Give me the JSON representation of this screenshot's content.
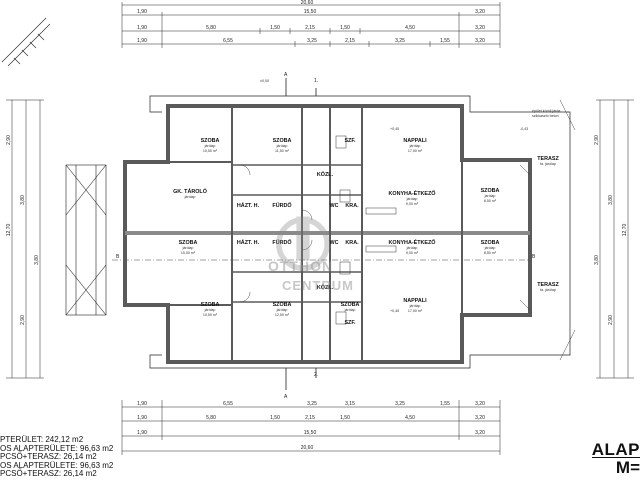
{
  "top_dims": {
    "overall": "20,60",
    "row2": [
      "1,90",
      "15,50",
      "3,20"
    ],
    "row3": [
      "1,90",
      "5,80",
      "1,50",
      "2,15",
      "1,50",
      "4,50",
      "3,20"
    ],
    "row4": [
      "1,90",
      "6,55",
      "3,25",
      "2,15",
      "3,25",
      "1,55",
      "3,20"
    ]
  },
  "bottom_dims": {
    "row1": [
      "1,90",
      "6,55",
      "3,25",
      "3,15",
      "3,25",
      "1,55",
      "3,20"
    ],
    "row2": [
      "1,90",
      "5,80",
      "1,50",
      "2,15",
      "1,50",
      "4,50",
      "3,20"
    ],
    "row3": [
      "1,90",
      "15,50",
      "3,20"
    ],
    "overall": "20,60"
  },
  "left_dims": [
    "2,90",
    "3,80",
    "12,70",
    "2,90",
    "3,80"
  ],
  "right_dims": [
    "2,90",
    "3,80",
    "12,70",
    "2,90",
    "3,80"
  ],
  "annotations": {
    "level": "±0,00",
    "section_1_top": "1.",
    "section_2_bottom": "2.",
    "section_a": "A",
    "section_b": "B",
    "terrace_note": "épület körüli járda\nszikkasztó beton",
    "level_neg": "-0,43",
    "level_pos": "+0,45"
  },
  "rooms": [
    {
      "id": "szoba-1",
      "name": "SZOBA",
      "sub": "járólap",
      "area": "10,50 m²"
    },
    {
      "id": "szoba-2",
      "name": "SZOBA",
      "sub": "járólap",
      "area": "11,50 m²"
    },
    {
      "id": "szoba-3",
      "name": "SZOBA",
      "sub": "járólap",
      "area": "15,00 m²"
    },
    {
      "id": "szoba-4",
      "name": "SZOBA",
      "sub": "járólap",
      "area": "10,50 m²"
    },
    {
      "id": "szoba-5",
      "name": "SZOBA",
      "sub": "járólap",
      "area": "12,50 m²"
    },
    {
      "id": "szoba-6",
      "name": "SZOBA",
      "sub": "járólap",
      "area": "8,50 m²"
    },
    {
      "id": "szoba-7",
      "name": "SZOBA",
      "sub": "járólap",
      "area": "8,50 m²"
    },
    {
      "id": "szoba-8",
      "name": "SZOBA",
      "sub": "járólap",
      "area": "12,50 m²"
    },
    {
      "id": "nappali-1",
      "name": "NAPPALI",
      "sub": "járólap",
      "area": "17,00 m²"
    },
    {
      "id": "nappali-2",
      "name": "NAPPALI",
      "sub": "járólap",
      "area": "17,00 m²"
    },
    {
      "id": "konyha-1",
      "name": "KONYHA-ÉTKEZŐ",
      "sub": "járólap",
      "area": "9,00 m²"
    },
    {
      "id": "konyha-2",
      "name": "KONYHA-ÉTKEZŐ",
      "sub": "járólap",
      "area": "9,00 m²"
    },
    {
      "id": "gk-tarolo",
      "name": "GK. TÁROLÓ",
      "sub": "járólap",
      "area": ""
    },
    {
      "id": "terasz-1",
      "name": "TERASZ",
      "sub": "fa. járólap",
      "area": ""
    },
    {
      "id": "terasz-2",
      "name": "TERASZ",
      "sub": "fa. járólap",
      "area": ""
    },
    {
      "id": "hazt-1",
      "name": "HÁZT. H.",
      "sub": "",
      "area": ""
    },
    {
      "id": "hazt-2",
      "name": "HÁZT. H.",
      "sub": "",
      "area": ""
    },
    {
      "id": "furdo-1",
      "name": "FÜRDŐ",
      "sub": "",
      "area": ""
    },
    {
      "id": "furdo-2",
      "name": "FÜRDŐ",
      "sub": "",
      "area": ""
    },
    {
      "id": "kozl-1",
      "name": "KÖZL.",
      "sub": "",
      "area": ""
    },
    {
      "id": "kozl-2",
      "name": "KÖZL.",
      "sub": "",
      "area": ""
    },
    {
      "id": "wc-1",
      "name": "WC",
      "sub": "",
      "area": ""
    },
    {
      "id": "wc-2",
      "name": "WC",
      "sub": "",
      "area": ""
    },
    {
      "id": "kamra-1",
      "name": "KRA.",
      "sub": "",
      "area": ""
    },
    {
      "id": "kamra-2",
      "name": "KRA.",
      "sub": "",
      "area": ""
    },
    {
      "id": "szf-1",
      "name": "SZF.",
      "sub": "",
      "area": ""
    },
    {
      "id": "szf-2",
      "name": "SZF.",
      "sub": "",
      "area": ""
    }
  ],
  "legend": [
    "PTERÜLET: 242,12 m2",
    "OS ALAPTERÜLETE: 96,63 m2",
    "PCSŐ+TERASZ: 26,14 m2",
    "OS ALAPTERÜLETE: 96,63 m2",
    "PCSŐ+TERASZ: 26,14 m2"
  ],
  "title": "ALAP",
  "scale": "M=",
  "watermark": {
    "line1": "OTTHON",
    "line2": "CENTRUM"
  }
}
